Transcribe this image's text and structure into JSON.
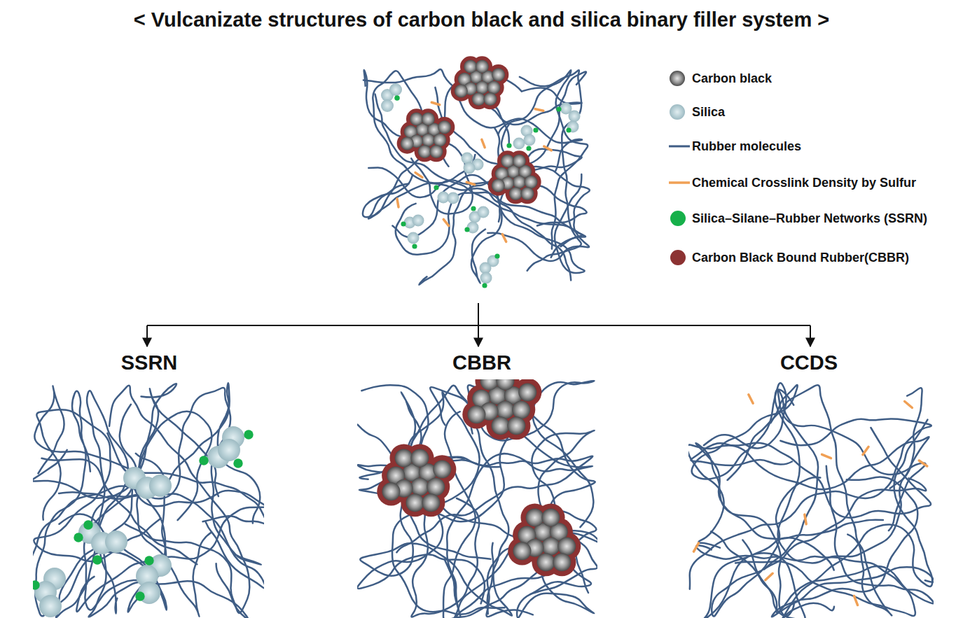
{
  "diagram": {
    "title": "< Vulcanizate structures of carbon black and silica binary filler system >",
    "labels": [
      "SSRN",
      "CBBR",
      "CCDS"
    ],
    "legend": [
      {
        "text": "Carbon black"
      },
      {
        "text": "Silica"
      },
      {
        "text": "Rubber molecules"
      },
      {
        "text": "Chemical Crosslink Density by Sulfur"
      },
      {
        "text": "Silica–Silane–Rubber Networks (SSRN)",
        "color": "#16b04a"
      },
      {
        "text": "Carbon Black Bound Rubber(CBBR)",
        "color": "#8c3232"
      }
    ]
  }
}
